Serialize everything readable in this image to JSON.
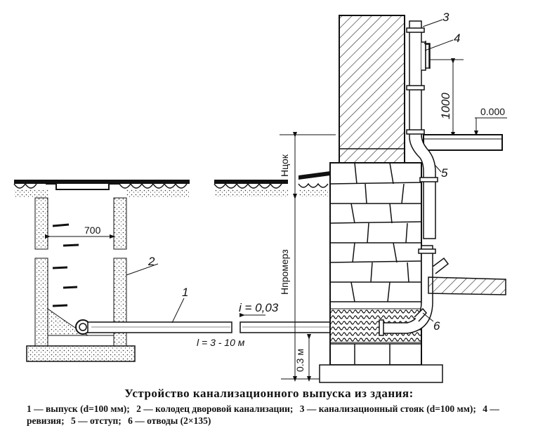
{
  "title": "Устройство канализационного выпуска из здания:",
  "legend": [
    "1 — выпуск (d=100 мм);",
    "2 — колодец дворовой канализации;",
    "3 — канализационный стояк (d=100 мм);",
    "4 — ревизия;",
    "5 — отступ;",
    "6 — отводы (2×135)"
  ],
  "labels": {
    "n1": "1",
    "n2": "2",
    "n3": "3",
    "n4": "4",
    "n5": "5",
    "n6": "6"
  },
  "dimensions": {
    "well_width": "700",
    "slope": "i = 0,03",
    "length": "l = 3 - 10 м",
    "h_plinth": "Нцок",
    "h_freeze": "Нпромерз",
    "depth_min": "0.3 м",
    "revision_height": "1000",
    "floor_level": "0.000"
  }
}
